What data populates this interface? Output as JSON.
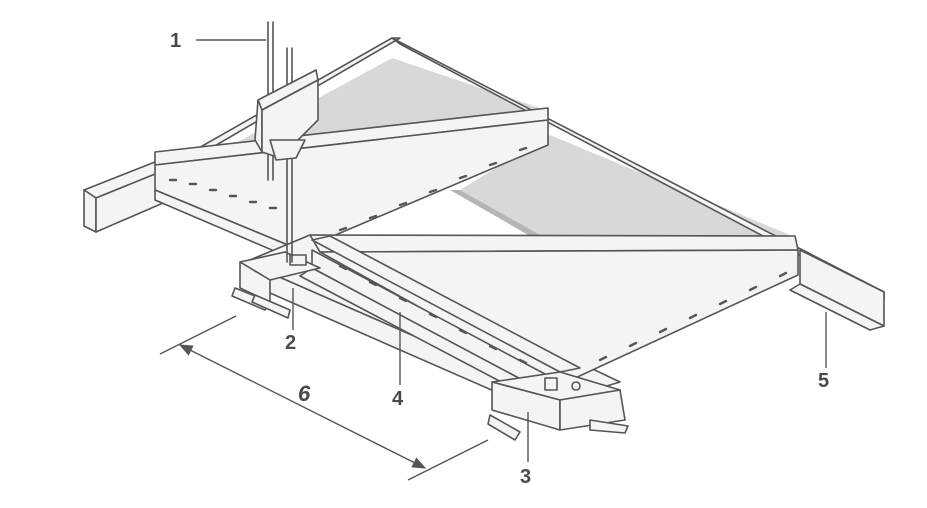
{
  "diagram": {
    "callouts": [
      {
        "id": "1",
        "text": "1"
      },
      {
        "id": "2",
        "text": "2"
      },
      {
        "id": "3",
        "text": "3"
      },
      {
        "id": "4",
        "text": "4"
      },
      {
        "id": "5",
        "text": "5"
      }
    ],
    "dimension": {
      "text": "6"
    },
    "colors": {
      "stroke": "#555555",
      "metal": "#f4f4f4",
      "panel": "#d8d8d8",
      "panel_edge": "#b9b9b9",
      "label": "#4a4a4a"
    }
  }
}
